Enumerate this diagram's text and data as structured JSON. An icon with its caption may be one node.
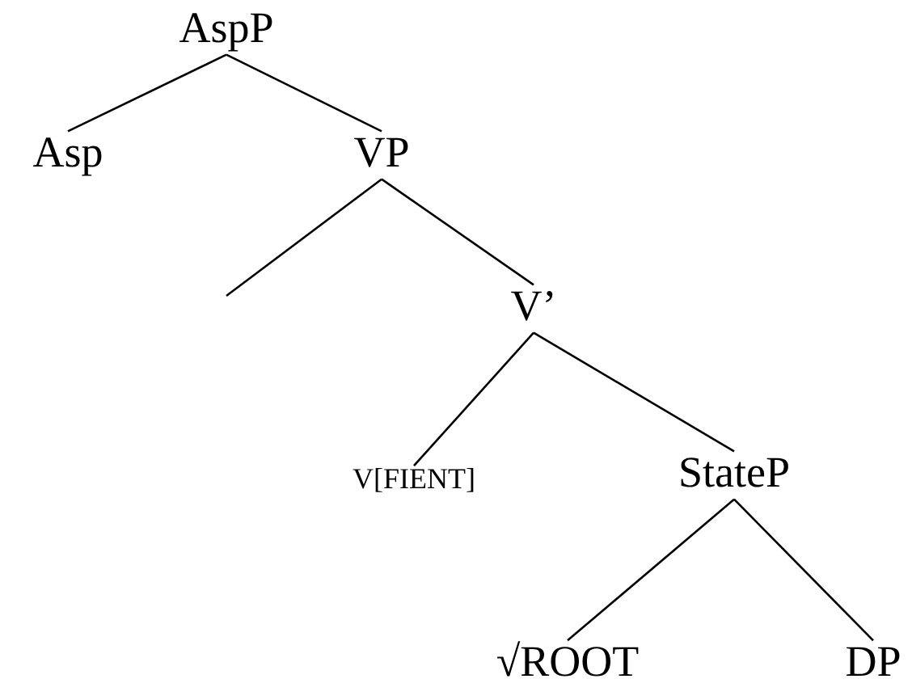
{
  "diagram": {
    "nodes": [
      {
        "text": [
          "AspP"
        ]
      },
      {
        "text": [
          "Asp"
        ]
      },
      {
        "text": [
          "VP"
        ]
      },
      {
        "text": [
          "V’"
        ]
      },
      {
        "text": [
          "V[FIENT]"
        ]
      },
      {
        "text": [
          "StateP"
        ]
      },
      {
        "text": [
          "√ROOT"
        ]
      },
      {
        "text": [
          "DP"
        ]
      }
    ],
    "edges": [
      {
        "from": 0,
        "to": 1,
        "arrow": "none"
      },
      {
        "from": 0,
        "to": 2,
        "arrow": "none"
      },
      {
        "from": 2,
        "to": null,
        "arrow": "none"
      },
      {
        "from": 2,
        "to": 3,
        "arrow": "none"
      },
      {
        "from": 3,
        "to": 4,
        "arrow": "none"
      },
      {
        "from": 3,
        "to": 5,
        "arrow": "none"
      },
      {
        "from": 5,
        "to": 6,
        "arrow": "none"
      },
      {
        "from": 5,
        "to": 7,
        "arrow": "none"
      }
    ]
  }
}
